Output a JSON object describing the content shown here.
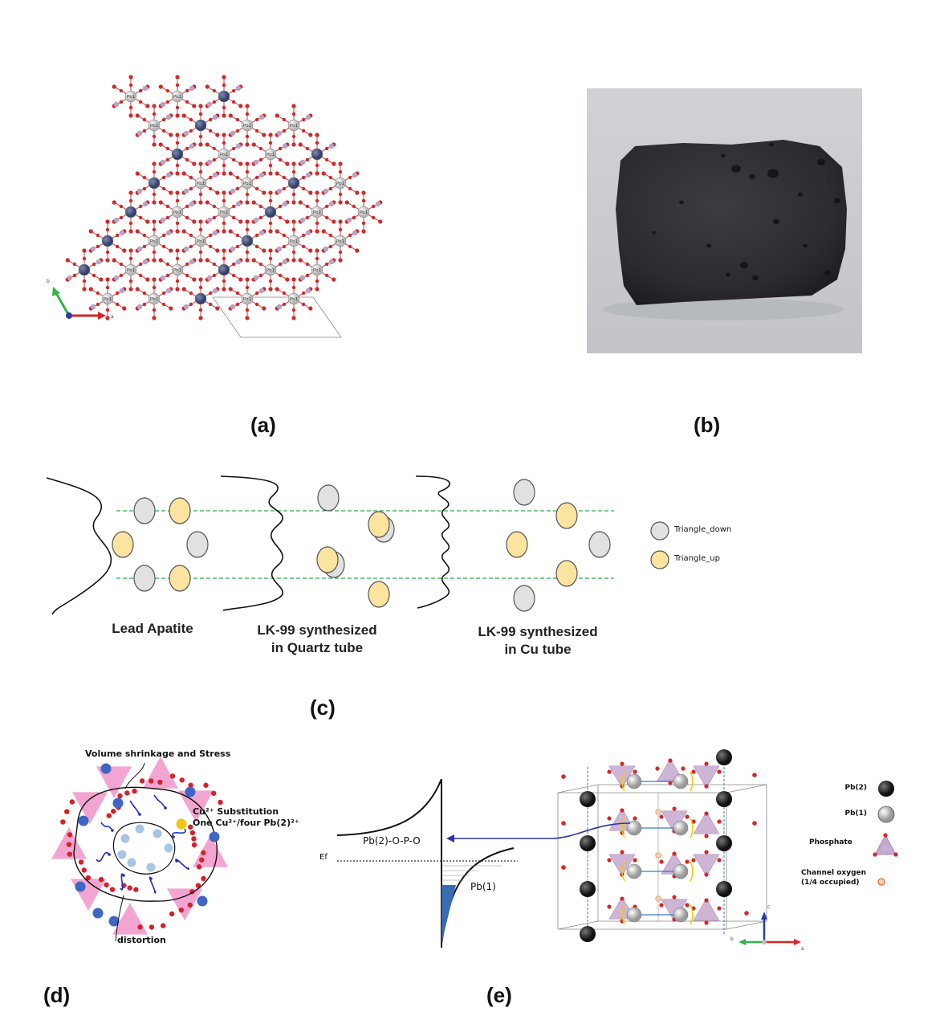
{
  "panel_a": {
    "label": "(a)",
    "atom_label": "Pb1",
    "axis_a": "a",
    "axis_b": "b",
    "lattice": {
      "cols": 11,
      "rows": 8
    },
    "colors": {
      "oxygen": "#d4282a",
      "lead": "#b8b8b8",
      "phosphorus": "#b9a2c8",
      "copper": "#33416a",
      "bond": "#c23a3a"
    }
  },
  "panel_b": {
    "label": "(b)",
    "colors": {
      "background": "#c9cbd0",
      "sample": "#2e2d33"
    }
  },
  "panel_c": {
    "label": "(c)",
    "legend": [
      {
        "text": "Triangle_down",
        "color": "#e1e1e1"
      },
      {
        "text": "Triangle_up",
        "color": "#fbe3a0"
      }
    ],
    "groups": [
      {
        "caption": "Lead Apatite"
      },
      {
        "caption": "LK-99 synthesized\nin Quartz tube"
      },
      {
        "caption": "LK-99 synthesized\nin Cu tube"
      }
    ],
    "colors": {
      "dashed": "#2fae4e",
      "curve": "#111111"
    }
  },
  "panel_d": {
    "label": "(d)",
    "annotation_top": "Volume shrinkage and Stress",
    "annotation_cu_1": "Cu²⁺ Substitution",
    "annotation_cu_2": "One Cu²⁺/four Pb(2)²⁺",
    "annotation_bottom": "distortion",
    "colors": {
      "tetra": "#f2a0d0",
      "oxygen": "#d8202a",
      "blue_atom": "#3f66c4",
      "light_atom": "#a7c6e4",
      "arrow": "#1f2fb8",
      "cu": "#f6c512"
    }
  },
  "panel_e": {
    "label": "(e)",
    "band_label_upper": "Pb(2)-O-P-O",
    "band_label_lower": "Pb(1)",
    "fermi_label": "Ef",
    "legend": [
      {
        "text": "Pb(2)"
      },
      {
        "text": "Pb(1)"
      },
      {
        "text": "Phosphate"
      },
      {
        "text": "Channel oxygen"
      },
      {
        "text": "(1/4 occupied)"
      }
    ],
    "axis_c": "c",
    "axis_a": "a",
    "axis_b": "b",
    "colors": {
      "band_fill": "#3a6cb4",
      "arrow": "#2b35a8",
      "pb2": "#222222",
      "pb1": "#c7c7c7",
      "phosphate": "#c6a9cf",
      "channel_oxygen": "#e8a070"
    }
  }
}
